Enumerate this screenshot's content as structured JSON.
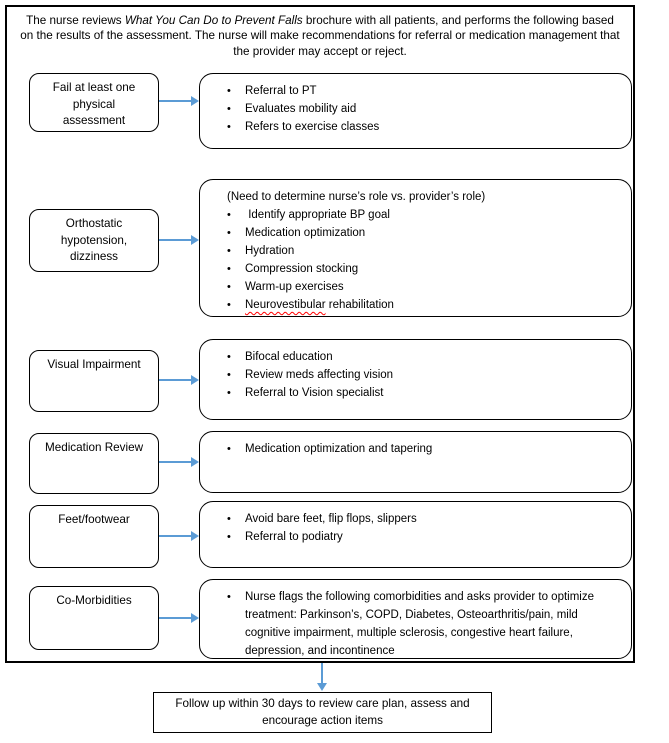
{
  "intro": {
    "text_before": "The nurse reviews ",
    "brochure_title": "What You Can Do to Prevent Falls",
    "text_after": " brochure with all patients, and performs the following based on the results of the assessment. The nurse will make recommendations for referral or medication management that the provider may accept or reject."
  },
  "rows": [
    {
      "label": "Fail at least one physical assessment",
      "bullets": [
        "Referral to PT",
        "Evaluates mobility aid",
        "Refers to exercise classes"
      ]
    },
    {
      "label": "Orthostatic hypotension, dizziness",
      "note": "(Need to determine nurse’s role vs. provider’s role)",
      "bullets": [
        " Identify appropriate BP goal",
        "Medication optimization",
        "Hydration",
        "Compression stocking",
        "Warm-up exercises"
      ],
      "special_bullet": {
        "word": "Neurovestibular",
        "rest": " rehabilitation"
      }
    },
    {
      "label": "Visual Impairment",
      "bullets": [
        "Bifocal education",
        "Review meds affecting vision",
        "Referral to Vision specialist"
      ]
    },
    {
      "label": "Medication Review",
      "bullets": [
        "Medication optimization and tapering"
      ]
    },
    {
      "label": "Feet/footwear",
      "bullets": [
        "Avoid bare feet, flip flops, slippers",
        "Referral to podiatry"
      ]
    },
    {
      "label": "Co-Morbidities",
      "bullets": [
        "Nurse flags the following comorbidities and asks provider to optimize treatment: Parkinson’s, COPD, Diabetes, Osteoarthritis/pain, mild cognitive impairment, multiple sclerosis, congestive heart failure, depression, and incontinence"
      ]
    }
  ],
  "followup": {
    "text": "Follow up within 30 days to review care plan, assess and encourage action items"
  },
  "colors": {
    "arrow_blue": "#5B9BD5",
    "squiggle_red": "#FF0000",
    "border_black": "#000000"
  }
}
